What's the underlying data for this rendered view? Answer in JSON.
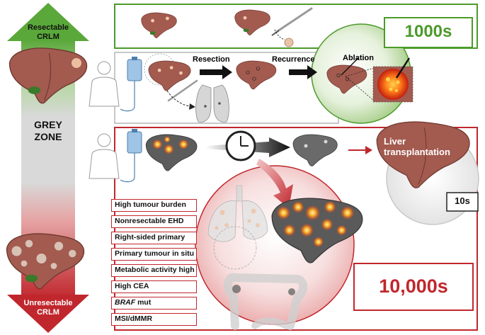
{
  "arrow": {
    "top_label_line1": "Resectable",
    "top_label_line2": "CRLM",
    "middle_label_line1": "GREY",
    "middle_label_line2": "ZONE",
    "bottom_label_line1": "Unresectable",
    "bottom_label_line2": "CRLM"
  },
  "steps": {
    "resection": "Resection",
    "recurrence": "Recurrence",
    "ablation": "Ablation",
    "transplant_line1": "Liver",
    "transplant_line2": "transplantation"
  },
  "counts": {
    "resectable": "1000s",
    "transplant": "10s",
    "unresectable": "10,000s"
  },
  "risk_factors": [
    {
      "prefix": "",
      "italic": "",
      "text": "High tumour burden"
    },
    {
      "prefix": "",
      "italic": "",
      "text": "Nonresectable EHD"
    },
    {
      "prefix": "",
      "italic": "",
      "text": "Right-sided primary"
    },
    {
      "prefix": "",
      "italic": "",
      "text": "Primary tumour in situ"
    },
    {
      "prefix": "",
      "italic": "",
      "text": "Metabolic activity high"
    },
    {
      "prefix": "",
      "italic": "",
      "text": "High CEA"
    },
    {
      "prefix": "",
      "italic": "BRAF",
      "text": " mut"
    },
    {
      "prefix": "",
      "italic": "",
      "text": "MSI/dMMR"
    }
  ],
  "colors": {
    "green": "#4c9a2a",
    "red": "#c0272d",
    "liver": "#a35a4f",
    "liver_dark": "#5c5c5c",
    "tumour": "#f5a623"
  }
}
